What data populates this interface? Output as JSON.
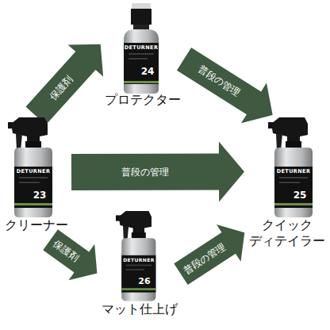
{
  "diagram": {
    "nodes": [
      {
        "text": [
          "プロテクター"
        ]
      },
      {
        "text": [
          "クリーナー"
        ]
      },
      {
        "text": [
          "クイック ディテイラー"
        ]
      },
      {
        "text": [
          "マット仕上げ"
        ]
      }
    ],
    "edges": [
      {
        "from": 1,
        "to": 0,
        "label": "保護剤",
        "arrow": "to"
      },
      {
        "from": 0,
        "to": 2,
        "label": "普段の管理",
        "arrow": "to"
      },
      {
        "from": 1,
        "to": 2,
        "label": "普段の管理",
        "arrow": "to"
      },
      {
        "from": 1,
        "to": 3,
        "label": "保護剤",
        "arrow": "to"
      },
      {
        "from": 3,
        "to": 2,
        "label": "普段の管理",
        "arrow": "to"
      }
    ],
    "labels": [
      "DETURNER",
      "24",
      "DETURNER",
      "23",
      "DETURNER",
      "25",
      "DETURNER",
      "26"
    ]
  }
}
